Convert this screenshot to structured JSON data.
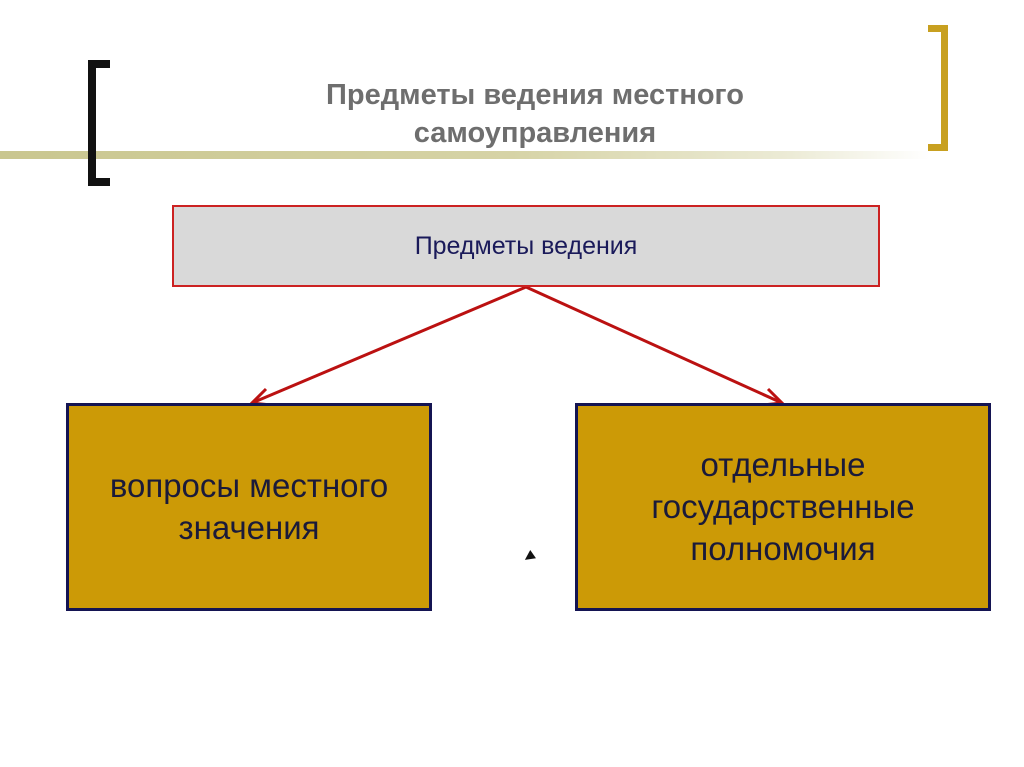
{
  "title": {
    "line1": "Предметы ведения местного",
    "line2": "самоуправления"
  },
  "diagram": {
    "root": {
      "label": "Предметы ведения"
    },
    "children": [
      {
        "lines": [
          "вопросы местного",
          "значения"
        ]
      },
      {
        "lines": [
          "отдельные",
          "государственные",
          "полномочия"
        ]
      }
    ]
  },
  "colors": {
    "title_text": "#6e6e6e",
    "root_fill": "#d9d9d9",
    "root_border": "#cc2222",
    "child_fill": "#cc9a06",
    "child_border": "#141452",
    "arrow": "#bb1111",
    "left_bracket": "#111111",
    "right_bracket": "#c8a020"
  }
}
